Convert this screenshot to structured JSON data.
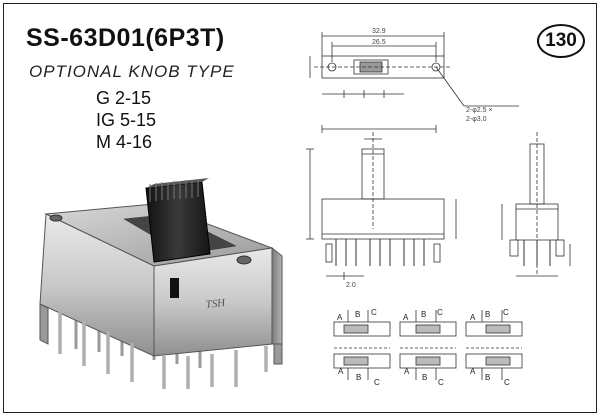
{
  "header": {
    "model": "SS-63D01(6P3T)",
    "subtitle": "OPTIONAL KNOB TYPE",
    "options": [
      "G  2-15",
      "IG 5-15",
      "M  4-16"
    ],
    "page_number": "130"
  },
  "photo": {
    "brand_mark": "TSH"
  },
  "drawings": {
    "top_view": {
      "dim_overall": "32.9",
      "dim_inner": "26.5",
      "hole_note_1": "2-φ2.5 ×",
      "hole_note_2": "2-φ3.0"
    },
    "front_view": {
      "pitch": "2.0"
    },
    "schematic_labels": [
      "A",
      "B",
      "C"
    ]
  }
}
